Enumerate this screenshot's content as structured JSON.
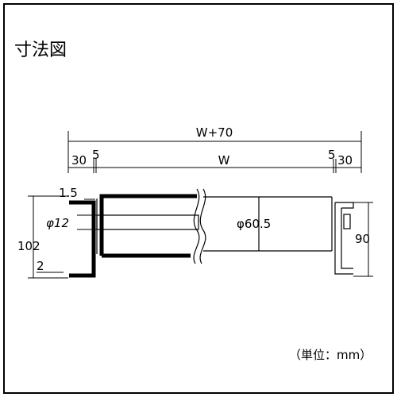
{
  "title": "寸法図",
  "unit_note": "（単位：mm）",
  "dimensions": {
    "total_width": "W+70",
    "width": "W",
    "left_outer": "30",
    "left_inner": "5",
    "right_inner": "5",
    "right_outer": "30",
    "flange_thickness": "1.5",
    "shaft_diameter": "φ12",
    "roller_diameter": "φ60.5",
    "frame_height": "102",
    "bottom_gap": "2",
    "right_height": "90"
  }
}
